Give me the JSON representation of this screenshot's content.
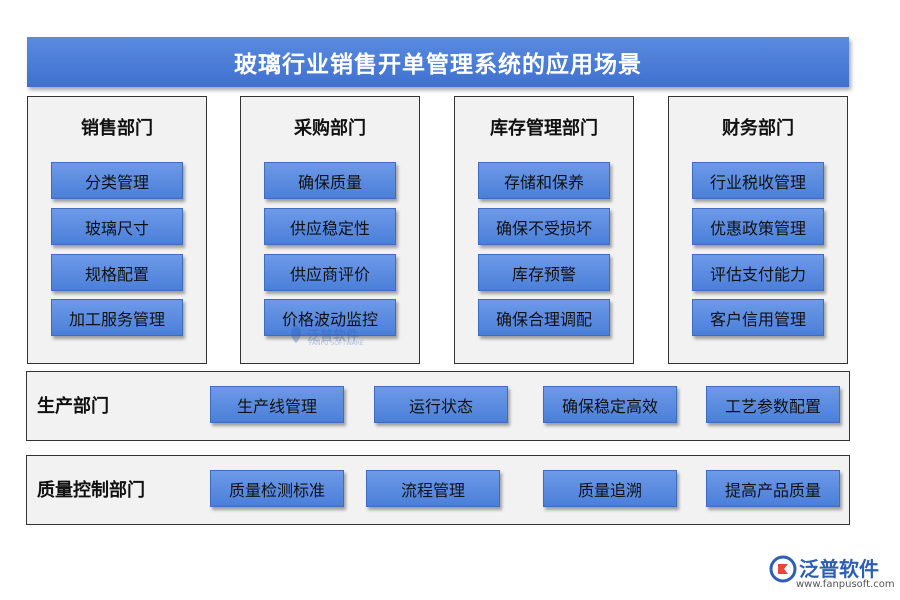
{
  "title": "玻璃行业销售开单管理系统的应用场景",
  "departments": [
    {
      "name": "销售部门",
      "items": [
        "分类管理",
        "玻璃尺寸",
        "规格配置",
        "加工服务管理"
      ]
    },
    {
      "name": "采购部门",
      "items": [
        "确保质量",
        "供应稳定性",
        "供应商评价",
        "价格波动监控"
      ]
    },
    {
      "name": "库存管理部门",
      "items": [
        "存储和保养",
        "确保不受损坏",
        "库存预警",
        "确保合理调配"
      ]
    },
    {
      "name": "财务部门",
      "items": [
        "行业税收管理",
        "优惠政策管理",
        "评估支付能力",
        "客户信用管理"
      ]
    }
  ],
  "rows": [
    {
      "name": "生产部门",
      "items": [
        "生产线管理",
        "运行状态",
        "确保稳定高效",
        "工艺参数配置"
      ]
    },
    {
      "name": "质量控制部门",
      "items": [
        "质量检测标准",
        "流程管理",
        "质量追溯",
        "提高产品质量"
      ]
    }
  ],
  "logo": {
    "name": "泛普软件",
    "url": "www.fanpusoft.com",
    "icon": "fanpu-logo-icon"
  },
  "watermark": {
    "name": "泛普软件",
    "sub": "FANPU SOFTWARE"
  },
  "colors": {
    "title_bg": "#4a7bd6",
    "item_bg": "#5b8be0",
    "panel_bg": "#f2f2f2",
    "logo": "#2d5fb5"
  }
}
